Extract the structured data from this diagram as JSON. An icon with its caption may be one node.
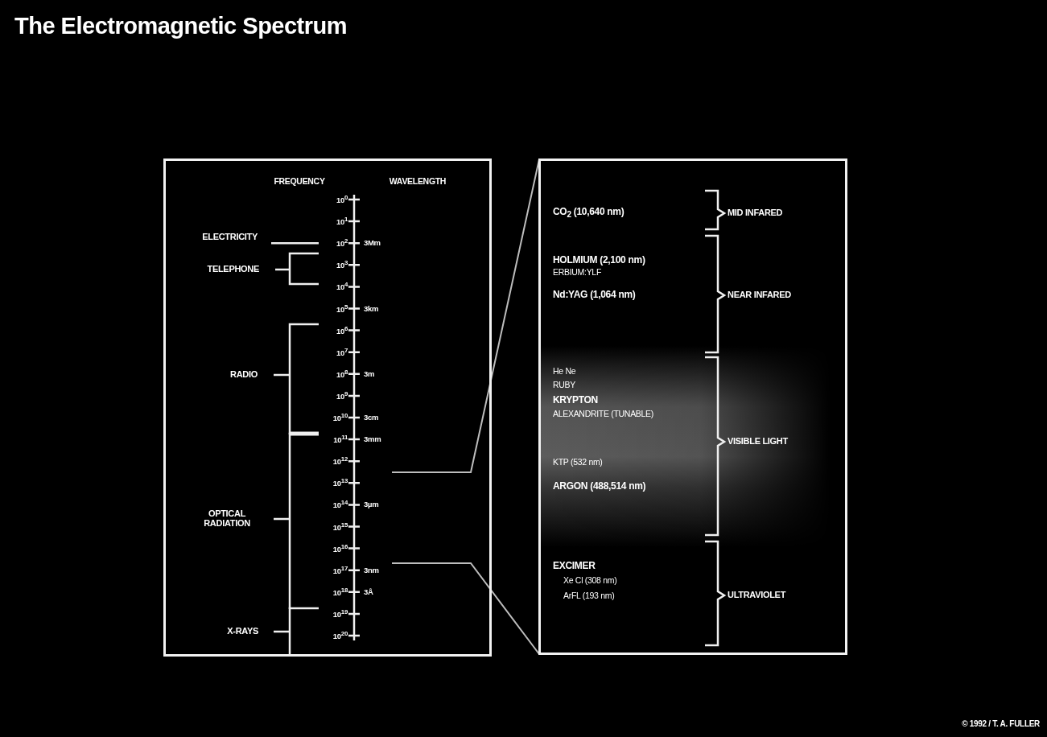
{
  "diagram": {
    "title": "The Electromagnetic Spectrum",
    "nodes": [
      {
        "text": [],
        "shape": "box"
      },
      {
        "text": [],
        "shape": "box"
      }
    ],
    "edges": [
      {
        "from": 0,
        "to": 1,
        "arrow": "none"
      },
      {
        "from": 0,
        "to": 1,
        "arrow": "none"
      }
    ],
    "labels": [
      "FREQUENCY",
      "WAVELENGTH",
      "ELECTRICITY",
      "TELEPHONE",
      "RADIO",
      "OPTICAL RADIATION",
      "X-RAYS",
      "10$^{0}$",
      "10$^{1}$",
      "10$^{2}$",
      "10$^{3}$",
      "10$^{4}$",
      "10$^{5}$",
      "10$^{6}$",
      "10$^{7}$",
      "10$^{8}$",
      "10$^{9}$",
      "10$^{10}$",
      "10$^{11}$",
      "10$^{12}$",
      "10$^{13}$",
      "10$^{14}$",
      "10$^{15}$",
      "10$^{16}$",
      "10$^{17}$",
      "10$^{18}$",
      "10$^{19}$",
      "10$^{20}$",
      "3Mm",
      "3km",
      "3m",
      "3cm",
      "3mm",
      "3µm",
      "3nm",
      "3Å",
      "CO$_{2}$ (10,640 nm)",
      "HOLMIUM (2,100 nm)",
      "ERBIUM:YLF",
      "Nd:YAG (1,064 nm)",
      "He Ne",
      "RUBY",
      "KRYPTON",
      "ALEXANDRITE (TUNABLE)",
      "KTP (532 nm)",
      "ARGON (488,514 nm)",
      "EXCIMER",
      "Xe Cl (308 nm)",
      "ArFL (193 nm)",
      "MID INFARED",
      "NEAR INFARED",
      "VISIBLE LIGHT",
      "ULTRAVIOLET",
      "© 1992 / T. A. FULLER"
    ]
  }
}
